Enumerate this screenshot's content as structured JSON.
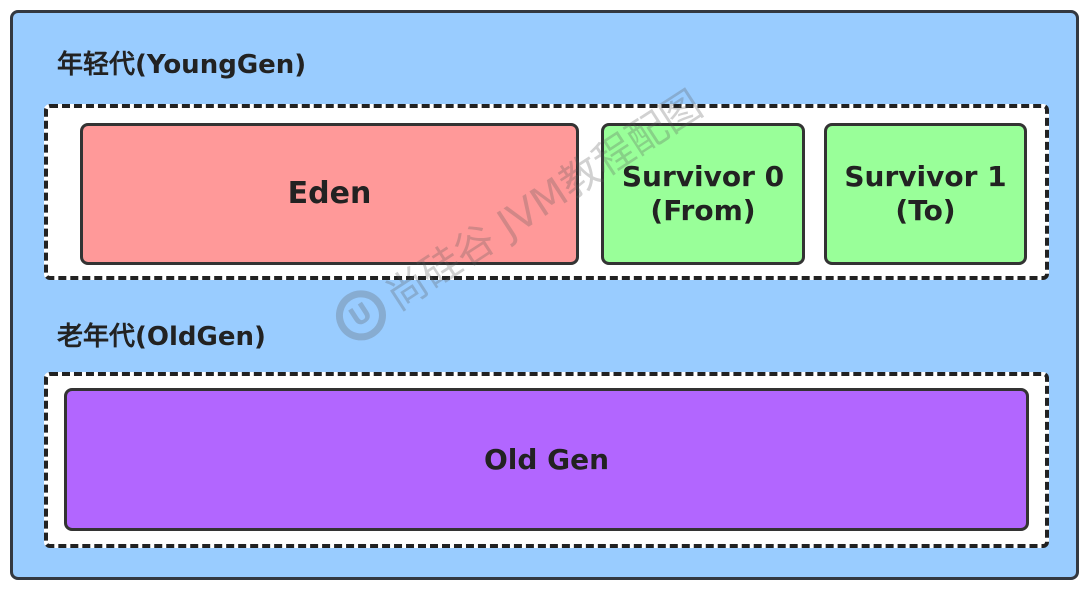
{
  "young_gen": {
    "title": "年轻代(YoungGen)",
    "eden": "Eden",
    "survivor0": {
      "line1": "Survivor 0",
      "line2": "(From)"
    },
    "survivor1": {
      "line1": "Survivor 1",
      "line2": "(To)"
    }
  },
  "old_gen": {
    "title": "老年代(OldGen)",
    "block": "Old Gen"
  },
  "watermark": {
    "logo": "U",
    "text": "尚硅谷 JVM教程配图"
  },
  "colors": {
    "background": "#99ccff",
    "eden": "#ff9999",
    "survivor": "#99ff99",
    "old_gen": "#b266ff"
  }
}
